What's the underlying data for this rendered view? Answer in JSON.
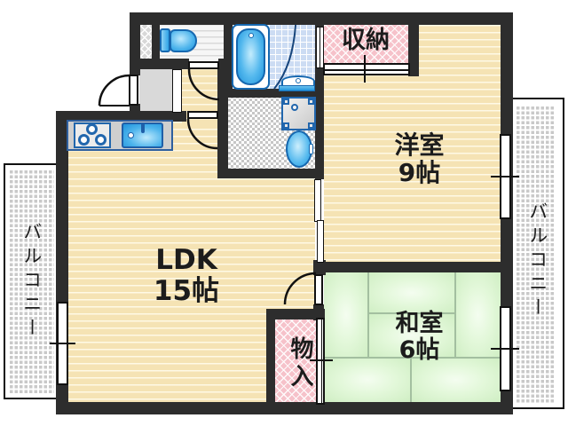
{
  "floorplan": {
    "type": "japanese-apartment-floor-plan",
    "rooms": {
      "ldk": {
        "name": "LDK",
        "size": "15帖"
      },
      "yoshitsu": {
        "name": "洋室",
        "size": "9帖"
      },
      "washitsu": {
        "name": "和室",
        "size": "6帖"
      },
      "shuno": {
        "name": "収納"
      },
      "monoire": {
        "name": "物入"
      },
      "balcony_left": {
        "name": "バルコニー"
      },
      "balcony_right": {
        "name": "バルコニー"
      }
    },
    "colors": {
      "wall": "#2d2d2d",
      "wood_floor": "#f5e3b4",
      "tatami_green": "#d9f3cf",
      "closet_pink": "#f6c2ca",
      "fixture_blue": "#2fa3e6",
      "fixture_outline": "#1668b0",
      "balcony_grid": "#c9c9c9"
    }
  }
}
